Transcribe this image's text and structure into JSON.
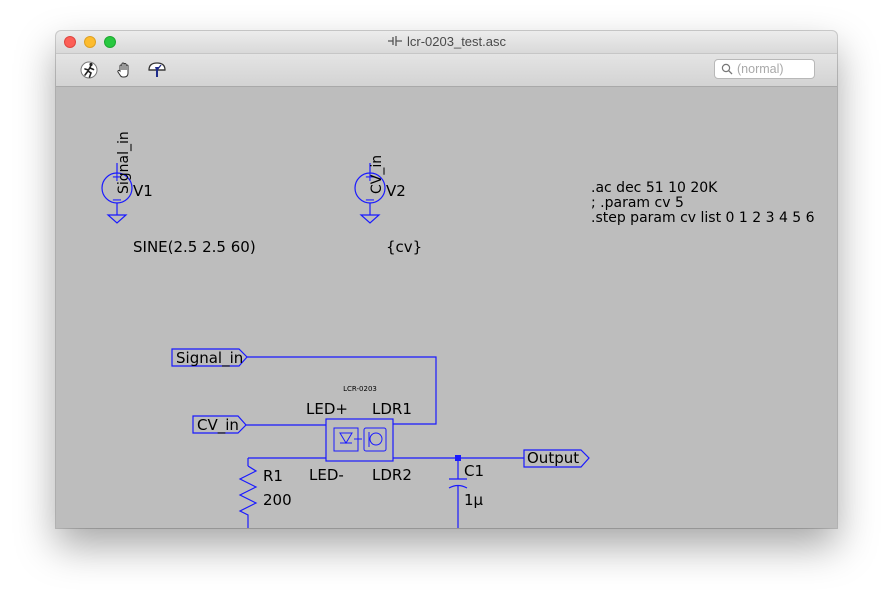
{
  "window": {
    "title": "lcr-0203_test.asc"
  },
  "toolbar": {
    "tools": [
      "run-icon",
      "pan-hand-icon",
      "probe-icon"
    ],
    "search_placeholder": "(normal)"
  },
  "schematic": {
    "v1": {
      "net": "Signal_in",
      "name": "V1",
      "value": "SINE(2.5 2.5 60)"
    },
    "v2": {
      "net": "CV_in",
      "name": "V2",
      "value": "{cv}"
    },
    "directives": [
      ".ac dec 51 10 20K",
      "; .param cv 5",
      ".step param cv list 0 1 2 3 4 5 6"
    ],
    "ports": {
      "signal_in": "Signal_in",
      "cv_in": "CV_in",
      "output": "Output"
    },
    "opto": {
      "title": "LCR-0203",
      "led_plus": "LED+",
      "led_minus": "LED-",
      "ldr1": "LDR1",
      "ldr2": "LDR2"
    },
    "r1": {
      "name": "R1",
      "value": "200"
    },
    "c1": {
      "name": "C1",
      "value": "1μ"
    }
  },
  "colors": {
    "wire": "#1a1aff",
    "canvas": "#bdbdbd"
  }
}
